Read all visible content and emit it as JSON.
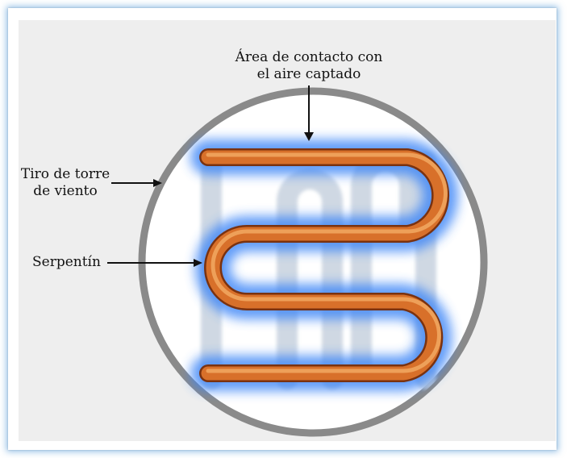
{
  "labels": {
    "area_contacto_line1": "Área de contacto con",
    "area_contacto_line2": "el aire captado",
    "tiro_line1": "Tiro de torre",
    "tiro_line2": "de viento",
    "serpentin": "Serpentín"
  },
  "colors": {
    "background_panel": "#eeeeee",
    "circle_fill": "#ffffff",
    "circle_stroke": "#8a8a8a",
    "coil_copper": "#d8702a",
    "coil_glow": "#2f7ff5",
    "ghost_tubes": "#b9c6d6",
    "arrow": "#111111"
  }
}
